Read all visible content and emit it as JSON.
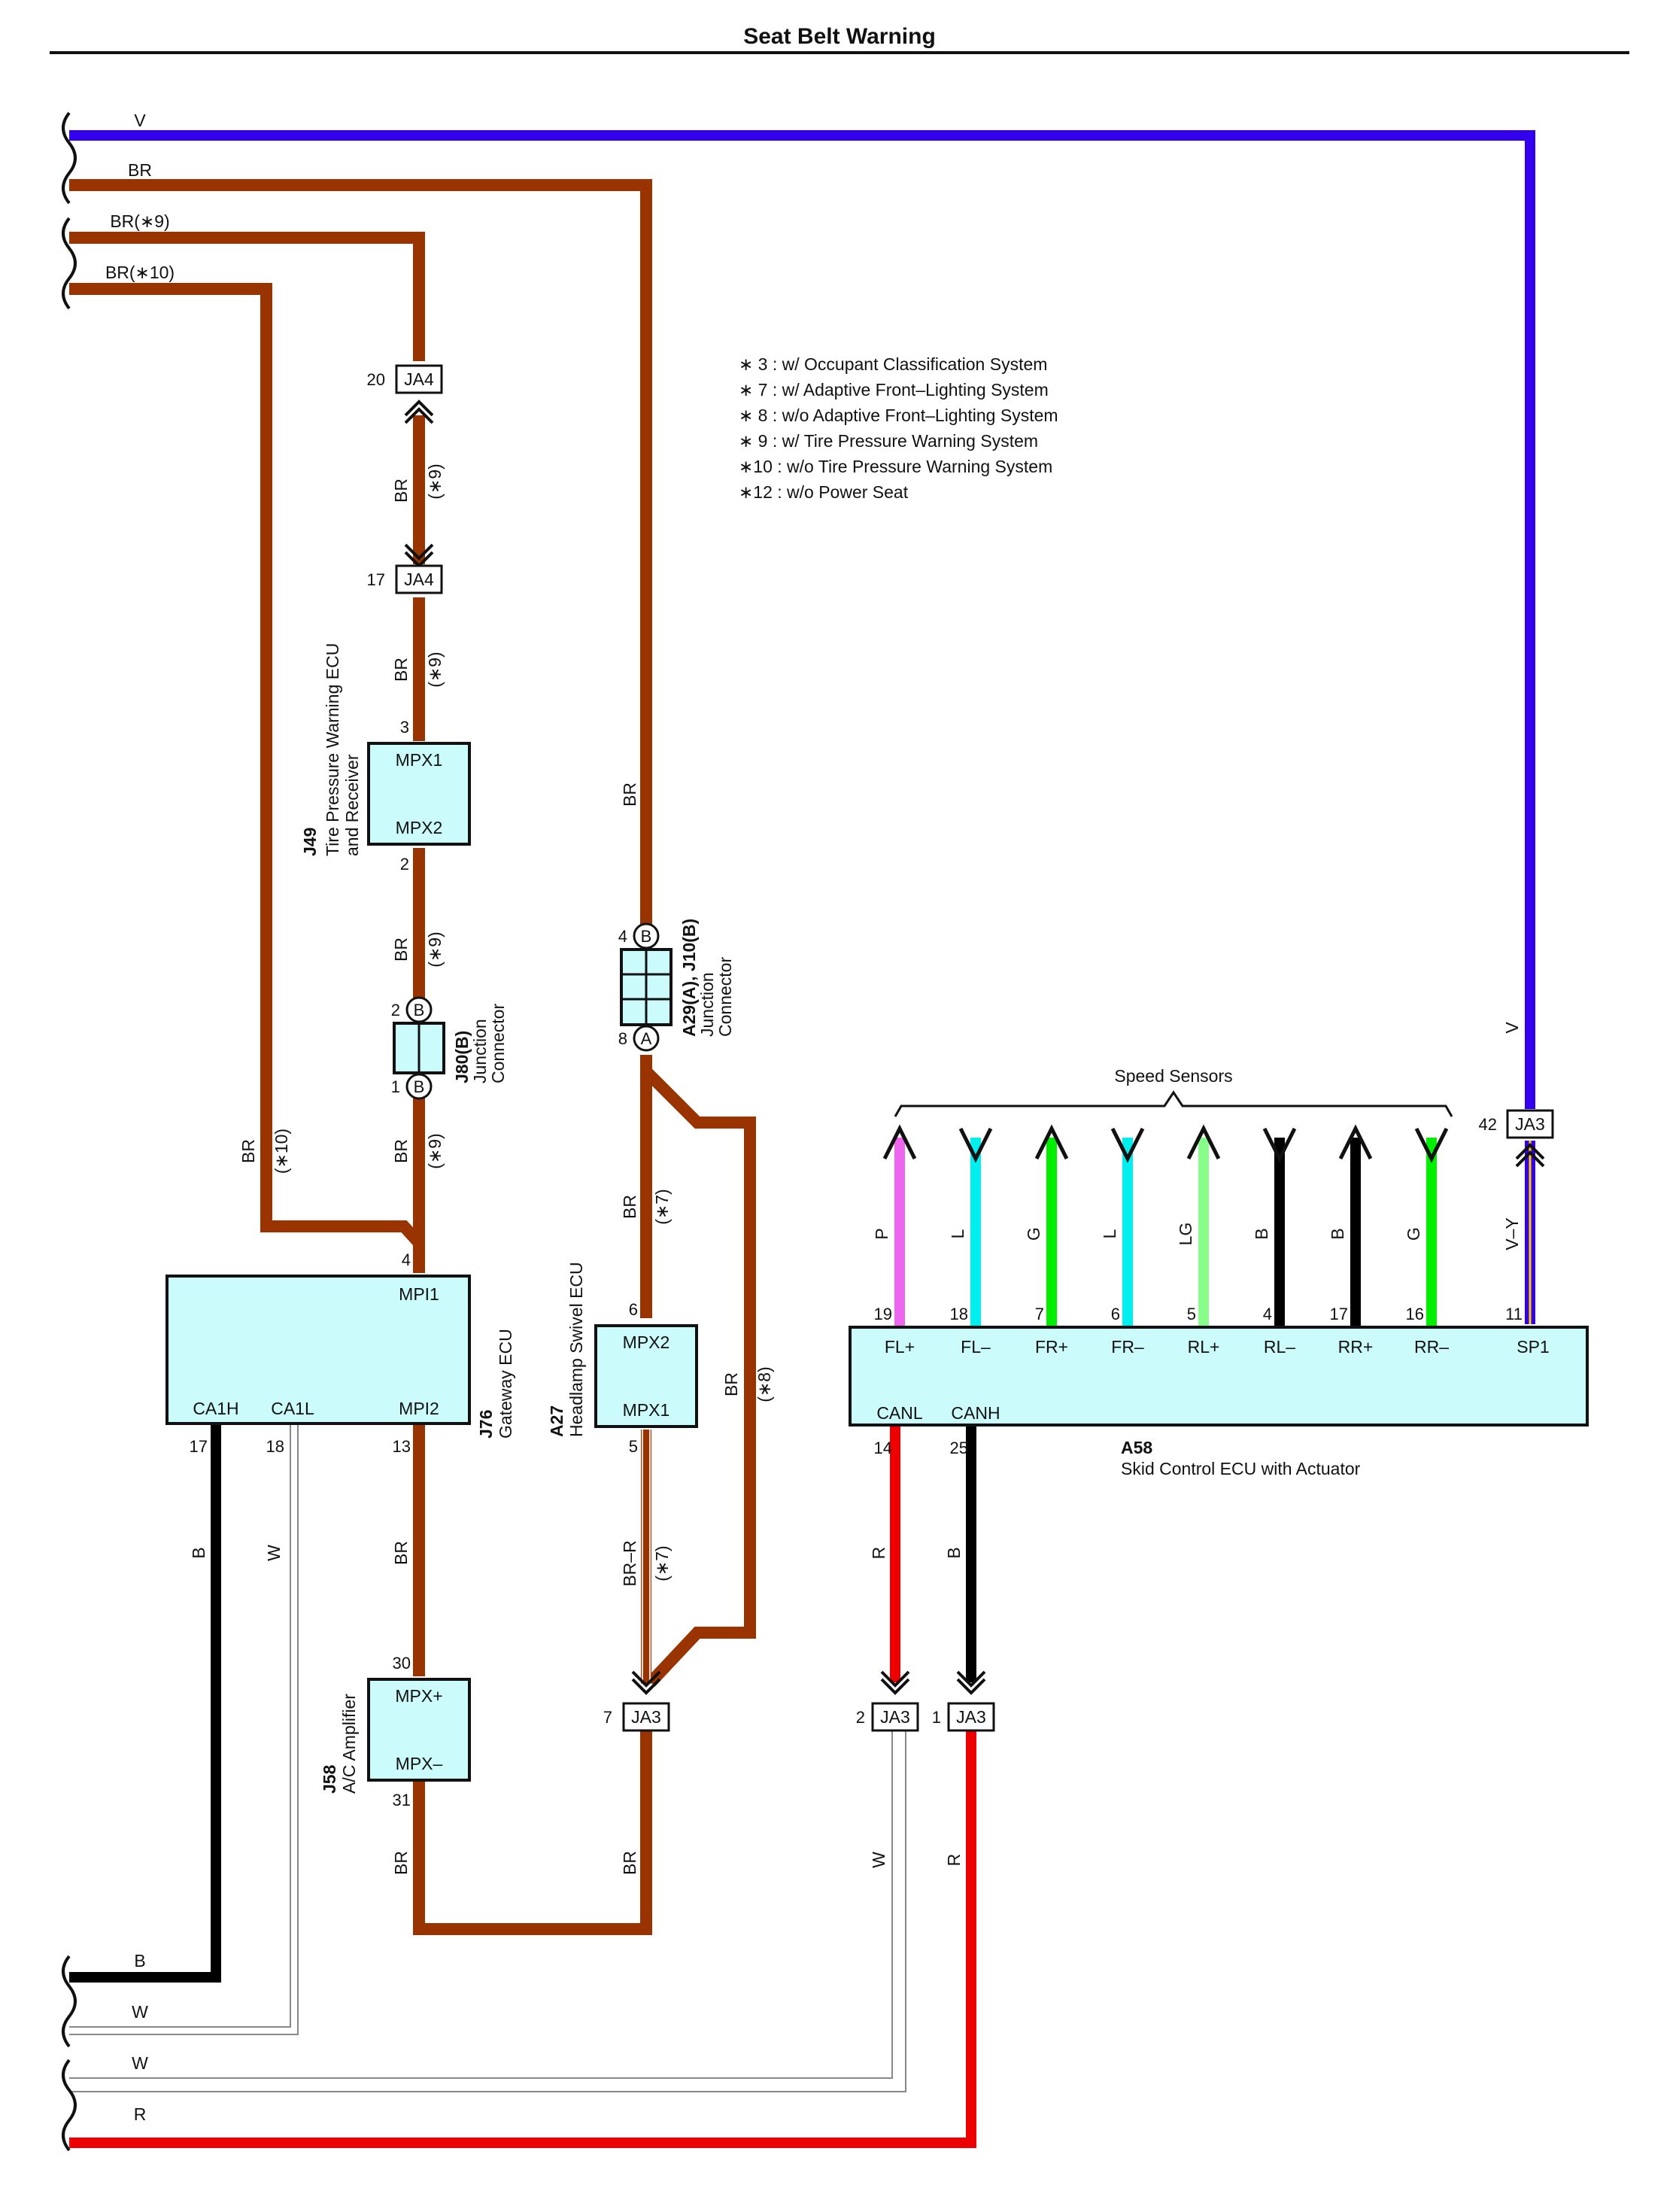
{
  "title": "Seat Belt Warning",
  "colors": {
    "BR": "#993300",
    "V": "#3300ee",
    "B": "#000000",
    "R": "#ee0000",
    "W": "#888888",
    "P": "#ee66ee",
    "L": "#00eeee",
    "G": "#00ee00",
    "LG": "#88ff88",
    "box_fill": "#ccfbfb"
  },
  "left_wires": {
    "v": "V",
    "br": "BR",
    "br9": "BR(∗9)",
    "br10": "BR(∗10)",
    "b": "B",
    "w1": "W",
    "w2": "W",
    "r": "R"
  },
  "notes": [
    "∗ 3 : w/ Occupant Classification System",
    "∗ 7 : w/ Adaptive Front–Lighting System",
    "∗ 8 : w/o Adaptive Front–Lighting System",
    "∗ 9 : w/ Tire Pressure Warning System",
    "∗10 : w/o Tire Pressure Warning System",
    "∗12 : w/o Power Seat"
  ],
  "ja4": {
    "top_pin": "20",
    "top_label": "JA4",
    "bottom_pin": "17",
    "bottom_label": "JA4"
  },
  "wire_labels": {
    "br": "BR",
    "br_r": "BR–R",
    "v": "V",
    "b": "B",
    "w": "W",
    "r": "R",
    "v_y": "V–Y",
    "s7": "(∗7)",
    "s8": "(∗8)",
    "s9": "(∗9)",
    "s10": "(∗10)"
  },
  "j49": {
    "code": "J49",
    "name_line1": "Tire Pressure Warning ECU",
    "name_line2": "and Receiver",
    "pin_top": "3",
    "pin_bottom": "2",
    "term_top": "MPX1",
    "term_bottom": "MPX2"
  },
  "j80": {
    "code": "J80(B)",
    "name_line1": "Junction",
    "name_line2": "Connector",
    "pin_top": "2",
    "pin_bottom": "1",
    "letter": "B"
  },
  "a29": {
    "code": "A29(A), J10(B)",
    "name_line1": "Junction",
    "name_line2": "Connector",
    "pin_top": "4",
    "pin_bottom": "8",
    "letter_top": "B",
    "letter_bottom": "A"
  },
  "j76": {
    "code": "J76",
    "name": "Gateway ECU",
    "pin_mpi1": "4",
    "term_mpi1": "MPI1",
    "term_ca1h": "CA1H",
    "term_ca1l": "CA1L",
    "term_mpi2": "MPI2",
    "pin_ca1h": "17",
    "pin_ca1l": "18",
    "pin_mpi2": "13"
  },
  "a27": {
    "code": "A27",
    "name": "Headlamp Swivel ECU",
    "pin_top": "6",
    "pin_bottom": "5",
    "term_top": "MPX2",
    "term_bottom": "MPX1"
  },
  "j58": {
    "code": "J58",
    "name": "A/C Amplifier",
    "pin_top": "30",
    "pin_bottom": "31",
    "term_top": "MPX+",
    "term_bottom": "MPX–"
  },
  "ja3": {
    "label": "JA3",
    "pin_swivel": "7",
    "pin_canl": "2",
    "pin_canh": "1",
    "pin_sp1": "42"
  },
  "speed_sensors_label": "Speed Sensors",
  "a58": {
    "code": "A58",
    "name": "Skid Control ECU with Actuator",
    "canl": "CANL",
    "canh": "CANH",
    "pin_canl": "14",
    "pin_canh": "25",
    "sp1": "SP1",
    "pin_sp1": "11",
    "terminals": [
      {
        "term": "FL+",
        "pin": "19",
        "wire": "P",
        "color": "#ee66ee",
        "dir": "up"
      },
      {
        "term": "FL–",
        "pin": "18",
        "wire": "L",
        "color": "#00eeee",
        "dir": "down"
      },
      {
        "term": "FR+",
        "pin": "7",
        "wire": "G",
        "color": "#00ee00",
        "dir": "up"
      },
      {
        "term": "FR–",
        "pin": "6",
        "wire": "L",
        "color": "#00eeee",
        "dir": "down"
      },
      {
        "term": "RL+",
        "pin": "5",
        "wire": "LG",
        "color": "#88ff88",
        "dir": "up"
      },
      {
        "term": "RL–",
        "pin": "4",
        "wire": "B",
        "color": "#000000",
        "dir": "down"
      },
      {
        "term": "RR+",
        "pin": "17",
        "wire": "B",
        "color": "#000000",
        "dir": "up"
      },
      {
        "term": "RR–",
        "pin": "16",
        "wire": "G",
        "color": "#00ee00",
        "dir": "down"
      }
    ]
  }
}
